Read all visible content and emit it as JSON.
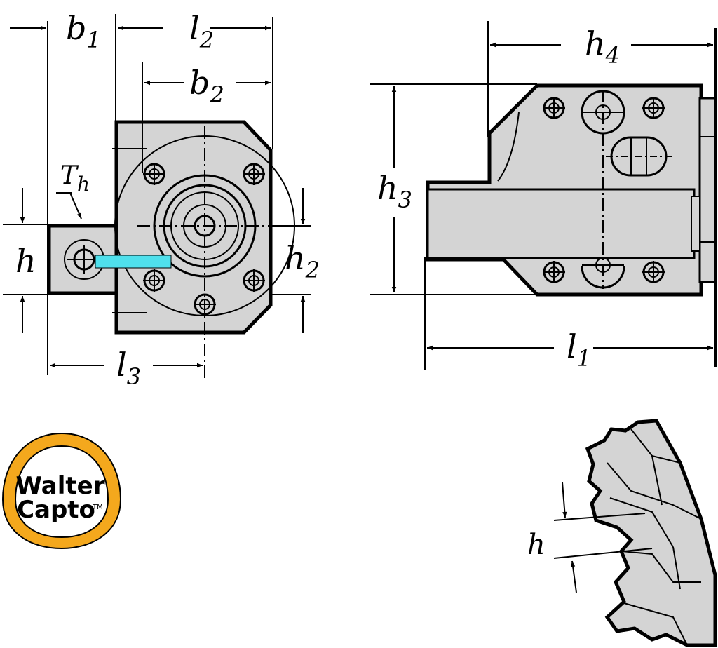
{
  "labels": {
    "b1_main": "b",
    "b1_sub": "1",
    "l2_main": "l",
    "l2_sub": "2",
    "b2_main": "b",
    "b2_sub": "2",
    "th_main": "T",
    "th_sub": "h",
    "h_left": "h",
    "h2_main": "h",
    "h2_sub": "2",
    "l3_main": "l",
    "l3_sub": "3",
    "h4_main": "h",
    "h4_sub": "4",
    "h3_main": "h",
    "h3_sub": "3",
    "l1_main": "l",
    "l1_sub": "1",
    "h_detail": "h"
  },
  "logo": {
    "line1": "Walter",
    "line2": "Capto",
    "tm": "TM"
  },
  "colors": {
    "body": "#d4d4d4",
    "line": "#000000",
    "coolant": "#4fe0ec",
    "logo_ring": "#f4a81d"
  }
}
